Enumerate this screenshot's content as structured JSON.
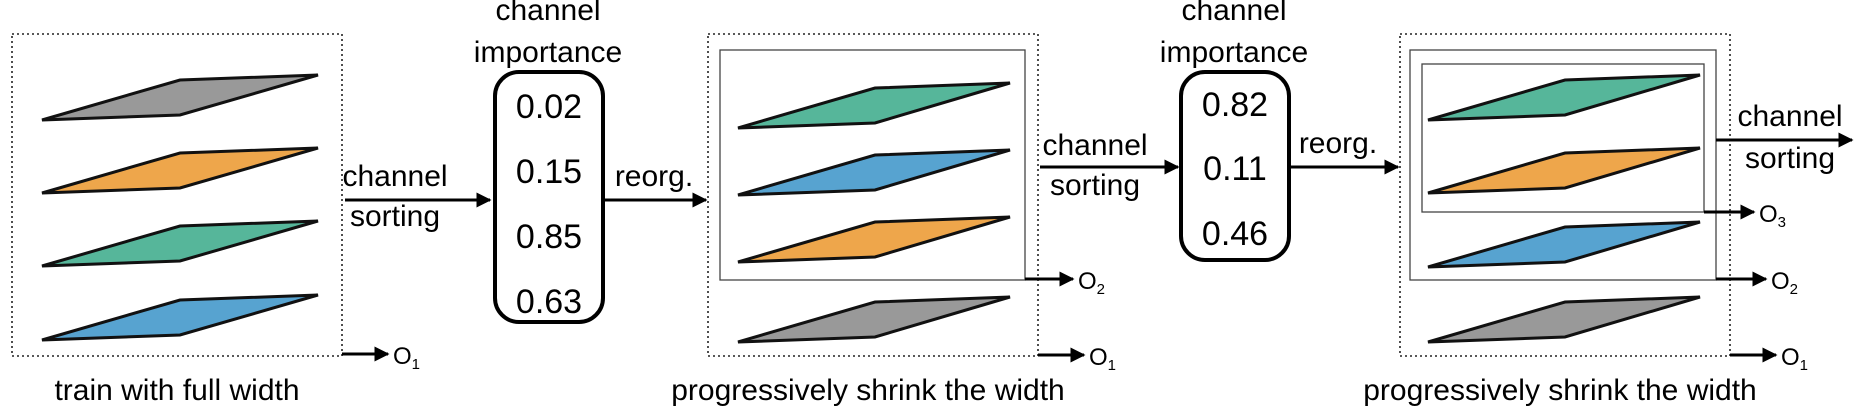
{
  "colors": {
    "gray": "#999999",
    "orange": "#EEA64B",
    "green": "#56B69A",
    "blue": "#57A3D0"
  },
  "panel1": {
    "caption": "train with full width",
    "plates": [
      "gray",
      "orange",
      "green",
      "blue"
    ],
    "output": {
      "letter": "O",
      "sub": "1"
    }
  },
  "step1": {
    "sort_label_top": "channel",
    "sort_label_bottom": "sorting",
    "importance_title_top": "channel",
    "importance_title_bottom": "importance",
    "importance_values": [
      "0.02",
      "0.15",
      "0.85",
      "0.63"
    ],
    "reorg_label": "reorg."
  },
  "panel2": {
    "caption": "progressively shrink the width",
    "plates": [
      "green",
      "blue",
      "orange",
      "gray"
    ],
    "outputs": [
      {
        "letter": "O",
        "sub": "2"
      },
      {
        "letter": "O",
        "sub": "1"
      }
    ]
  },
  "step2": {
    "sort_label_top": "channel",
    "sort_label_bottom": "sorting",
    "importance_title_top": "channel",
    "importance_title_bottom": "importance",
    "importance_values": [
      "0.82",
      "0.11",
      "0.46"
    ],
    "reorg_label": "reorg."
  },
  "panel3": {
    "caption": "progressively shrink the width",
    "plates": [
      "green",
      "orange",
      "blue",
      "gray"
    ],
    "outputs": [
      {
        "letter": "O",
        "sub": "3"
      },
      {
        "letter": "O",
        "sub": "2"
      },
      {
        "letter": "O",
        "sub": "1"
      }
    ],
    "tail_label_top": "channel",
    "tail_label_bottom": "sorting"
  }
}
